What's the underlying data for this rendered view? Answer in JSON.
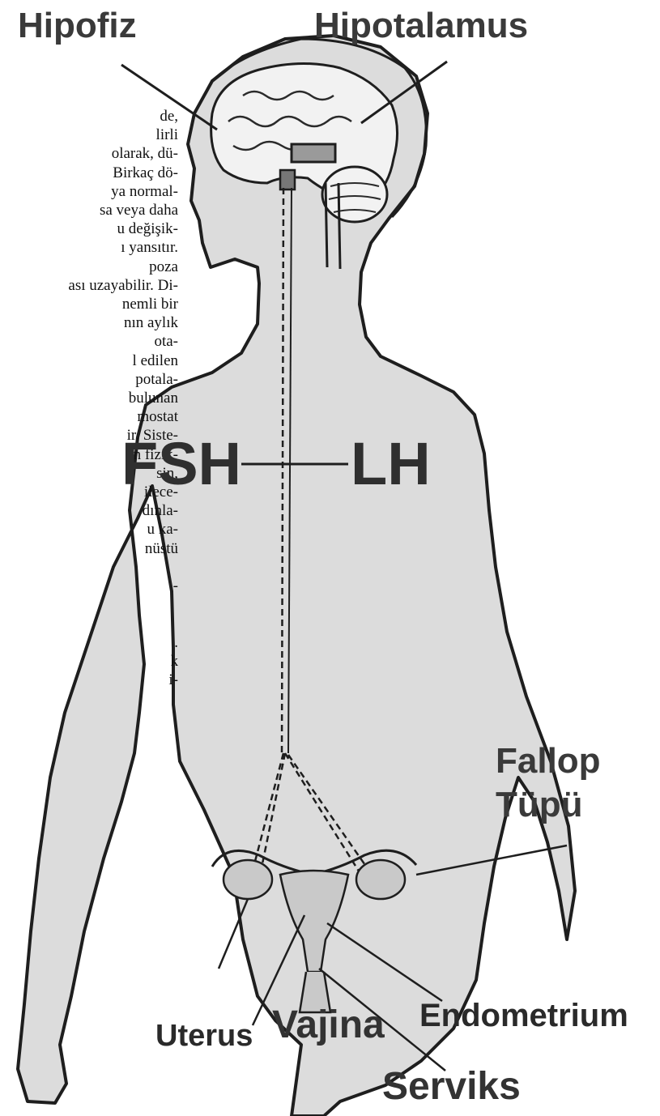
{
  "labels": {
    "hipofiz": "Hipofiz",
    "hipotalamus": "Hipotalamus",
    "fsh": "FSH",
    "lh": "LH",
    "fallop_line1": "Fallop",
    "fallop_line2": "Tüpü",
    "endometrium": "Endometrium",
    "uterus": "Uterus",
    "vajina": "Vajina",
    "serviks": "Serviks"
  },
  "body_text_lines": [
    "de,",
    "lirli",
    "olarak, dü-",
    "Birkaç dö-",
    "ya normal-",
    "sa veya daha",
    "u değişik-",
    "ı yansıtır.",
    "poza",
    "ası  uzayabilir. Di-",
    "nemli bir",
    "nın aylık",
    "ota-",
    "l edilen",
    "potala-",
    "bulunan",
    "mostat",
    "ir. Siste-",
    "n fizik-",
    "sin,",
    "ilece-",
    "dınla-",
    "u ka-",
    "nüstü",
    "",
    "-",
    "",
    "",
    ".",
    "k",
    "i-"
  ],
  "colors": {
    "skin": "#dcdcdc",
    "outline": "#1e1e1e",
    "brain": "#f2f2f2",
    "organs": "#c9c9c9"
  }
}
